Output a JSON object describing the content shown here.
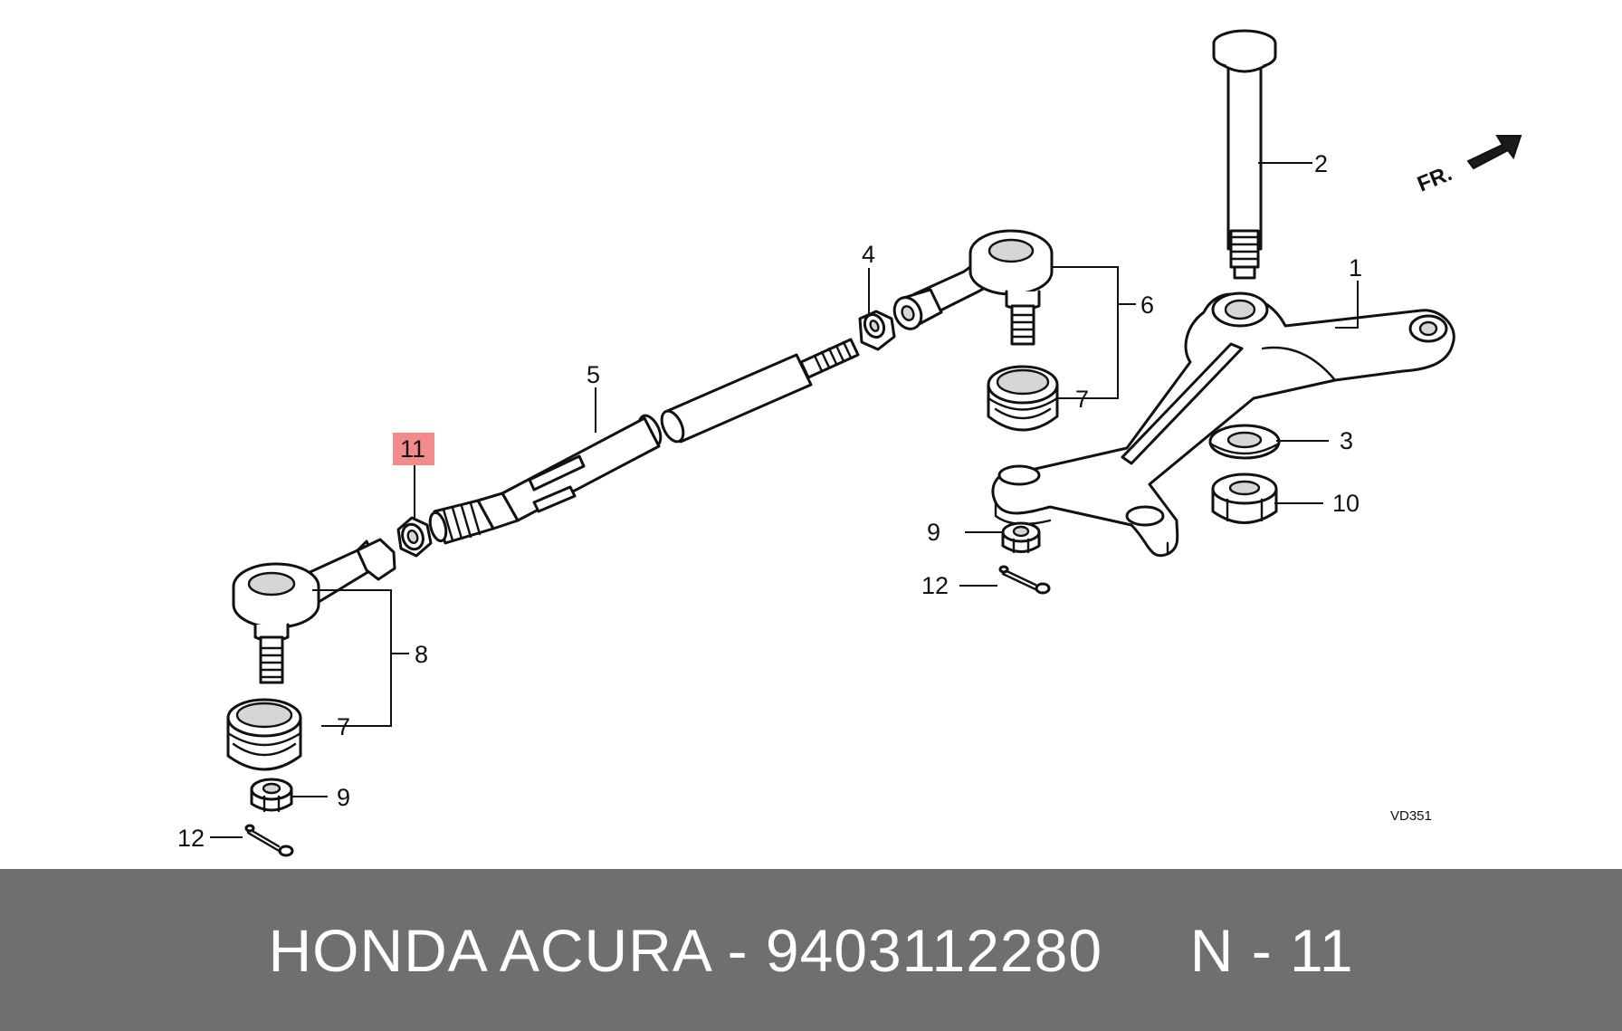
{
  "diagram": {
    "callouts": {
      "c1": "1",
      "c2": "2",
      "c3": "3",
      "c4": "4",
      "c5": "5",
      "c6": "6",
      "c7a": "7",
      "c7b": "7",
      "c8": "8",
      "c9a": "9",
      "c9b": "9",
      "c10": "10",
      "c11": "11",
      "c12a": "12",
      "c12b": "12"
    },
    "highlighted_callout": "11",
    "highlight_color": "#f28b8b",
    "direction_label": "FR.",
    "drawing_code": "VD351"
  },
  "footer": {
    "text": "HONDA ACURA - 9403112280     N - 11",
    "background_color": "#6f6f6f",
    "text_color": "#ffffff"
  }
}
